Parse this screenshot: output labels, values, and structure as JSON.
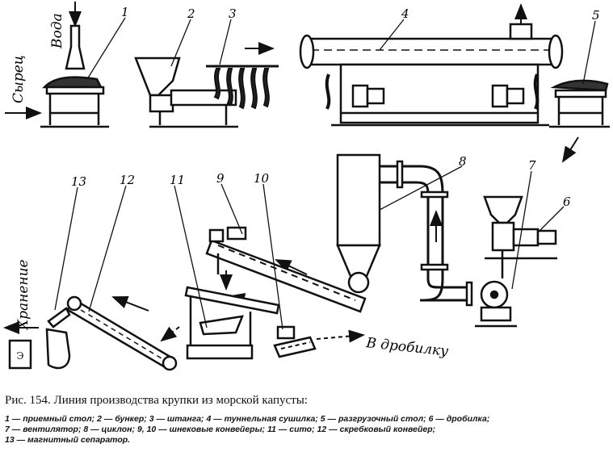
{
  "labels": {
    "water": "Вода",
    "raw": "Сырец",
    "storage": "Хранение",
    "to_crusher": "В дробилку"
  },
  "numbers": [
    "1",
    "2",
    "3",
    "4",
    "5",
    "6",
    "7",
    "8",
    "9",
    "10",
    "11",
    "12",
    "13"
  ],
  "caption": {
    "title": "Рис. 154. Линия производства крупки из морской капусты:"
  },
  "legend": [
    {
      "num": "1",
      "text": "приемный стол;"
    },
    {
      "num": "2",
      "text": "бункер;"
    },
    {
      "num": "3",
      "text": "штанга;"
    },
    {
      "num": "4",
      "text": "туннельная сушилка;"
    },
    {
      "num": "5",
      "text": "разгрузочный стол;"
    },
    {
      "num": "6",
      "text": "дробилка;"
    },
    {
      "num": "7",
      "text": "вентилятор;"
    },
    {
      "num": "8",
      "text": "циклон;"
    },
    {
      "num": "9, 10",
      "text": "шнековые конвейеры;"
    },
    {
      "num": "11",
      "text": "сито;"
    },
    {
      "num": "12",
      "text": "скребковый конвейер;"
    },
    {
      "num": "13",
      "text": "магнитный сепаратор."
    }
  ]
}
